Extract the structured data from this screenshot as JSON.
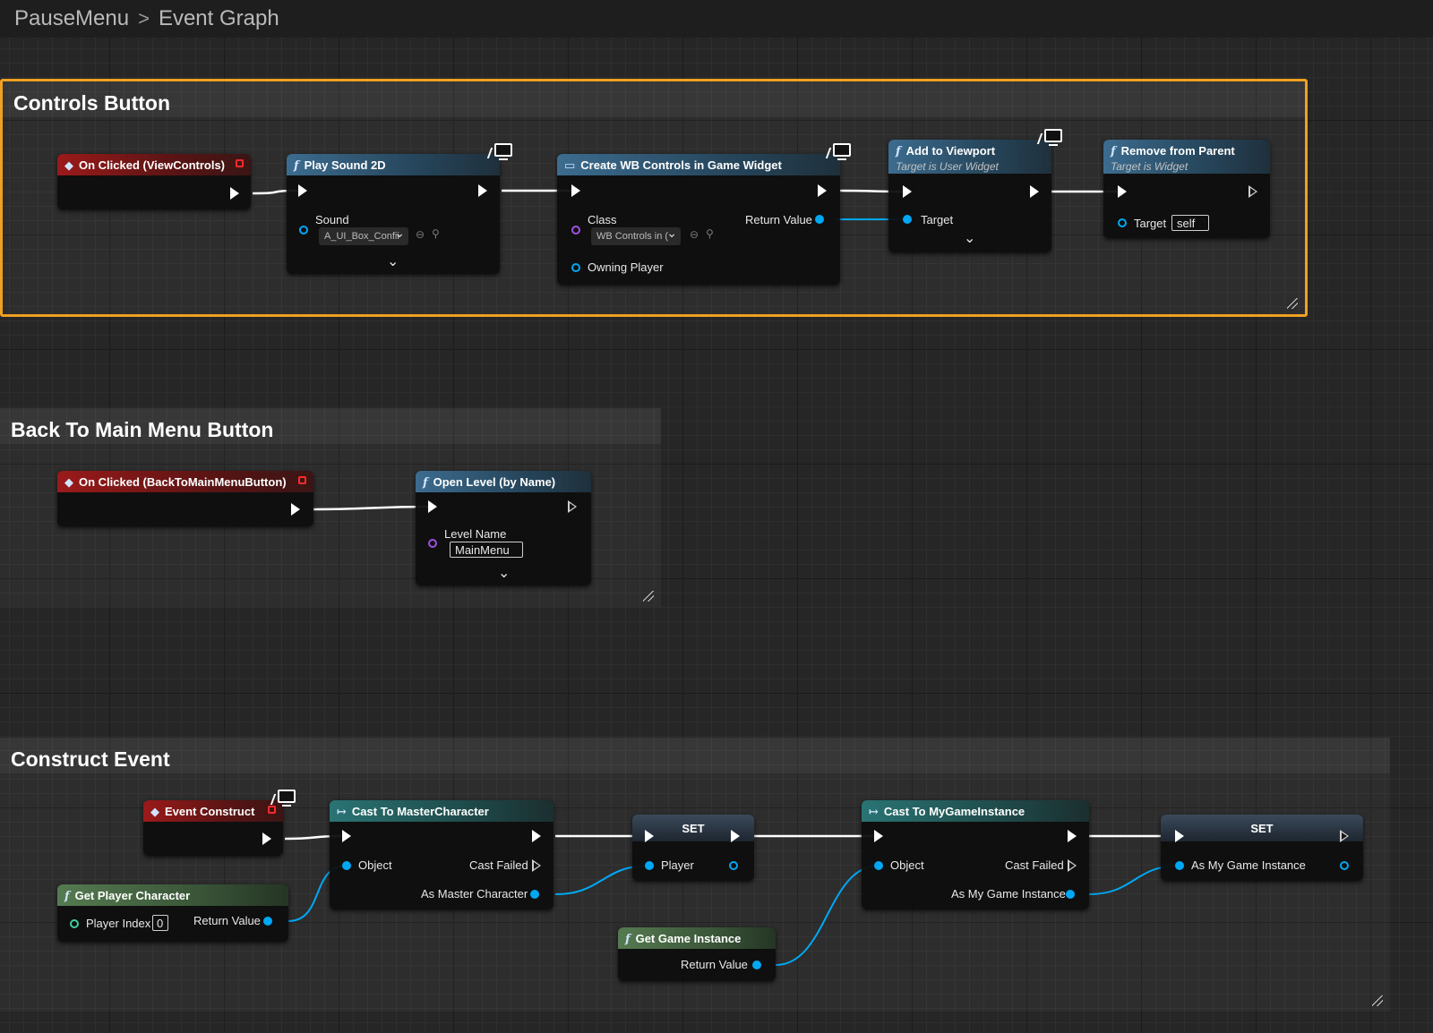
{
  "breadcrumb": {
    "blueprint": "PauseMenu",
    "separator": ">",
    "graph": "Event Graph"
  },
  "comments": {
    "controls": "Controls Button",
    "back_to_menu": "Back To Main Menu Button",
    "construct": "Construct Event"
  },
  "nodes": {
    "on_clicked_view_controls": {
      "title": "On Clicked (ViewControls)"
    },
    "play_sound_2d": {
      "title": "Play Sound 2D",
      "pin_sound": "Sound",
      "sound_value": "A_UI_Box_Confii"
    },
    "create_widget": {
      "title": "Create WB Controls in Game Widget",
      "pin_class": "Class",
      "class_value": "WB Controls in (",
      "pin_owning_player": "Owning Player",
      "pin_return_value": "Return Value"
    },
    "add_to_viewport": {
      "title": "Add to Viewport",
      "subtitle": "Target is User Widget",
      "pin_target": "Target"
    },
    "remove_from_parent": {
      "title": "Remove from Parent",
      "subtitle": "Target is Widget",
      "pin_target": "Target",
      "target_value": "self"
    },
    "on_clicked_back": {
      "title": "On Clicked (BackToMainMenuButton)"
    },
    "open_level": {
      "title": "Open Level (by Name)",
      "pin_level_name": "Level Name",
      "level_name_value": "MainMenu"
    },
    "event_construct": {
      "title": "Event Construct"
    },
    "get_player_character": {
      "title": "Get Player Character",
      "pin_player_index": "Player Index",
      "player_index_value": "0",
      "pin_return_value": "Return Value"
    },
    "cast_master": {
      "title": "Cast To MasterCharacter",
      "pin_object": "Object",
      "pin_cast_failed": "Cast Failed",
      "pin_as": "As Master Character"
    },
    "set_player": {
      "title": "SET",
      "pin": "Player"
    },
    "cast_instance": {
      "title": "Cast To MyGameInstance",
      "pin_object": "Object",
      "pin_cast_failed": "Cast Failed",
      "pin_as": "As My Game Instance"
    },
    "set_instance": {
      "title": "SET",
      "pin": "As My Game Instance"
    },
    "get_game_instance": {
      "title": "Get Game Instance",
      "pin_return_value": "Return Value"
    }
  },
  "icons": {
    "function": "function-icon",
    "event": "event-diamond-icon",
    "cast": "cast-arrow-icon",
    "network": "monitor-icon"
  },
  "colors": {
    "selection": "#f0a020",
    "data_pin": "#00a8f4",
    "event_header": "#9b1a1a",
    "function_header": "#3c6c8f",
    "pure_header": "#557a50",
    "cast_header": "#2a7474"
  }
}
